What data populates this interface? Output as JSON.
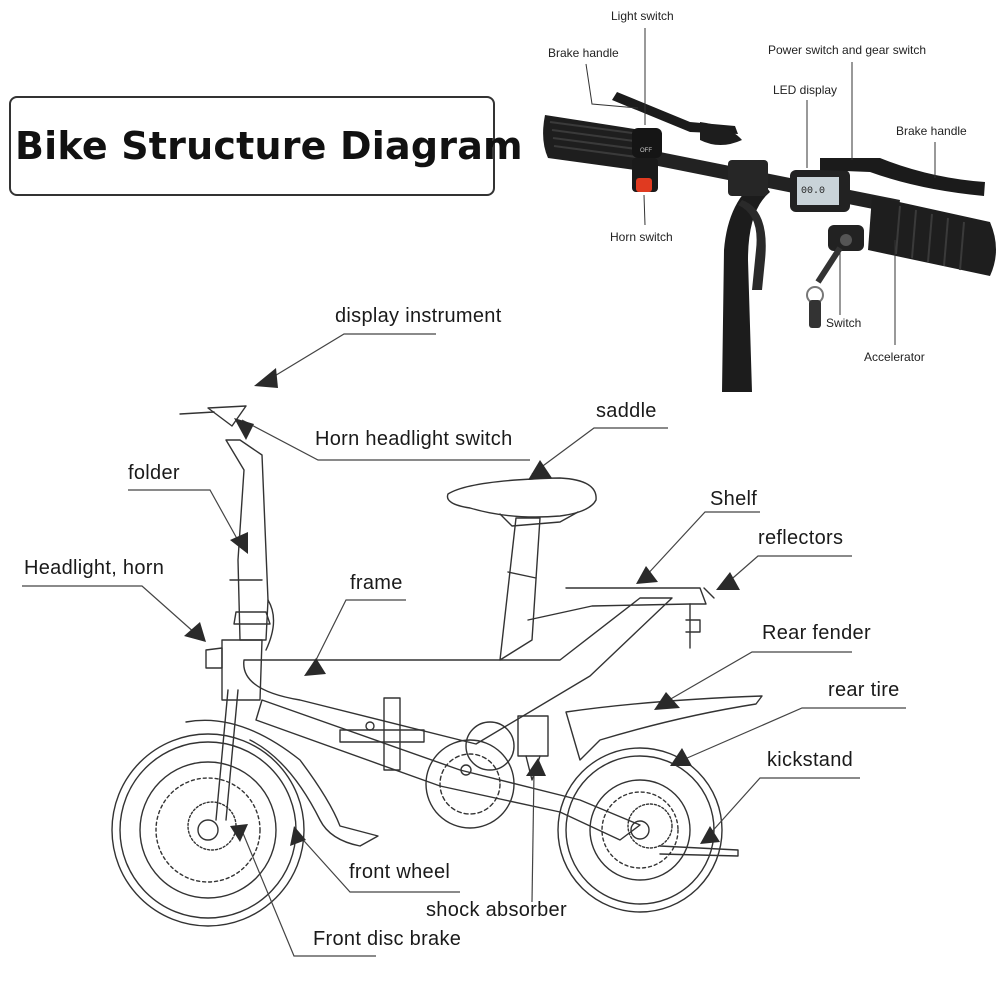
{
  "title": "Bike Structure Diagram",
  "photo_labels": {
    "light_switch": "Light switch",
    "brake_handle_left": "Brake handle",
    "power_gear_switch": "Power switch and gear switch",
    "led_display": "LED display",
    "brake_handle_right": "Brake handle",
    "horn_switch": "Horn switch",
    "switch": "Switch",
    "accelerator": "Accelerator",
    "lcd_readout": "00.0",
    "off_button": "OFF"
  },
  "diagram_labels": {
    "display_instrument": "display instrument",
    "horn_headlight_switch": "Horn headlight switch",
    "saddle": "saddle",
    "folder": "folder",
    "shelf": "Shelf",
    "reflectors": "reflectors",
    "headlight_horn": "Headlight, horn",
    "frame": "frame",
    "rear_fender": "Rear fender",
    "rear_tire": "rear tire",
    "kickstand": "kickstand",
    "front_wheel": "front wheel",
    "shock_absorber": "shock absorber",
    "front_disc_brake": "Front disc brake"
  },
  "colors": {
    "line": "#333333",
    "photo_black": "#1c1c1c",
    "red_button": "#e03a20"
  }
}
